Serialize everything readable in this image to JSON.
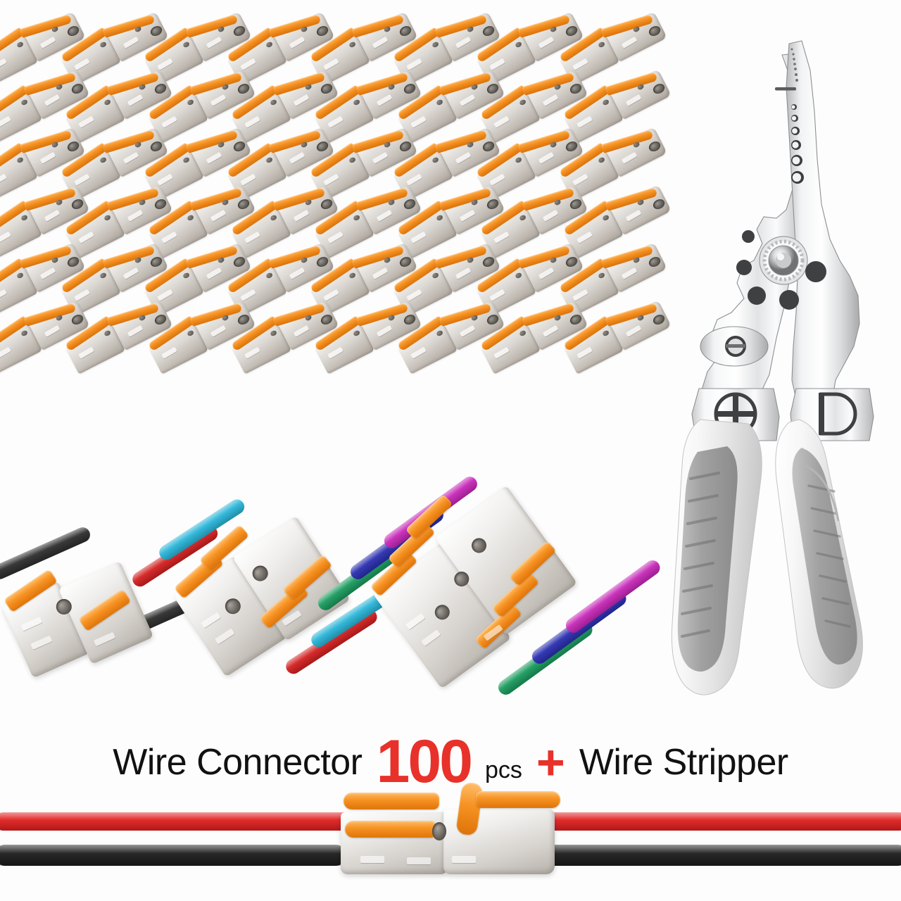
{
  "product": {
    "background_color": "#fdfdfd",
    "caption": {
      "left_label": "Wire Connector",
      "quantity": "100",
      "unit": "pcs",
      "separator": "+",
      "right_label": "Wire Stripper",
      "quantity_color": "#e8312a",
      "separator_color": "#e8312a",
      "label_color": "#111111"
    },
    "connector_grid": {
      "columns": 8,
      "rows": 6,
      "total_visible": 48,
      "item_name": "lever-wire-connector",
      "body_color": "#d9d5cf",
      "lever_color": "#f38e1e",
      "tilt_degrees": -27
    },
    "wire_stripper": {
      "name": "multi-function wire stripper pliers",
      "head_color": "#e9e9ea",
      "handle_color": "#f2f2f2",
      "grip_color": "#9d9d9d",
      "features": [
        "serrated nose",
        "graduated stripping holes",
        "pivot screw",
        "phillips cutout",
        "flat cutout",
        "crimping jaw"
      ]
    },
    "demos": [
      {
        "name": "1-in-1-out-connector",
        "ports_in": 1,
        "ports_out": 1,
        "wire_colors_in": [
          "#2e2e2e"
        ],
        "wire_colors_out": [
          "#2e2e2e"
        ],
        "wire_labels_in": [
          "black"
        ],
        "wire_labels_out": [
          "black"
        ]
      },
      {
        "name": "2-in-2-out-connector",
        "ports_in": 2,
        "ports_out": 2,
        "wire_colors_in": [
          "#d42020",
          "#2ab5d8"
        ],
        "wire_colors_out": [
          "#d42020",
          "#2ab5d8"
        ],
        "wire_labels_in": [
          "red",
          "cyan"
        ],
        "wire_labels_out": [
          "red",
          "cyan"
        ]
      },
      {
        "name": "3-in-3-out-connector",
        "ports_in": 3,
        "ports_out": 3,
        "wire_colors_in": [
          "#1a9b5e",
          "#2a2fb0",
          "#c728b8"
        ],
        "wire_colors_out": [
          "#1a9b5e",
          "#2a2fb0",
          "#c728b8"
        ],
        "wire_labels_in": [
          "green",
          "blue",
          "magenta"
        ],
        "wire_labels_out": [
          "green",
          "blue",
          "magenta"
        ]
      }
    ],
    "bottom_demo": {
      "name": "bottom-connector-red-black",
      "wire_colors": [
        "#e02020",
        "#1c1c1c"
      ],
      "wire_labels": [
        "red",
        "black"
      ],
      "lever_state": "one lever raised"
    }
  }
}
